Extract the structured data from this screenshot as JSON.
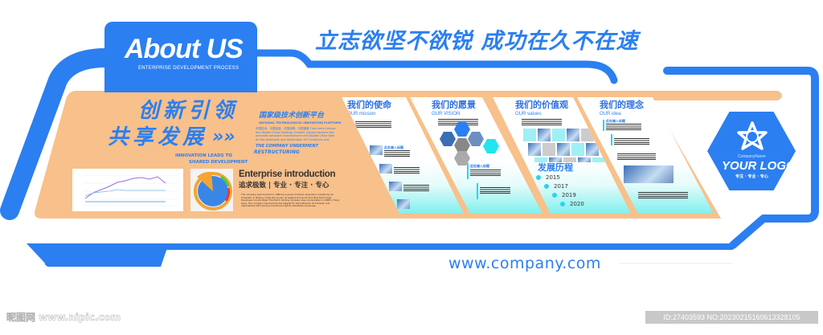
{
  "colors": {
    "brand_blue": "#2b7ff0",
    "peach": "#f8c08a",
    "cyan": "#29d5ea"
  },
  "header": {
    "title": "About US",
    "subtitle": "ENTERPRISE  DEVELOPMENT PROCESS",
    "motto": "立志欲坚不欲锐  成功在久不在速"
  },
  "intro": {
    "slogan_line1": "创新引领",
    "slogan_line2": "共享发展",
    "slogan_arrows": "»»",
    "slogan_en_1": "INNOVATION LEADS TO",
    "slogan_en_2": "SHARED DEVELOPMENT",
    "platform_title": "国家级技术创新平台",
    "platform_sub": "NATIONAL TECHNOLOGICAL INNOVATION PLATFORM",
    "platform_text": "中国技术、中国创造、中国品牌、中国速度 They were Lenovo and Digital China Holdings Limited. Lenovo became the personal computer manufacturer and Digital China took on the wholesale and distribution of IT products and services.",
    "restructure_1": "THE COMPANY UNDERMENT",
    "restructure_2": "RESTRUCTURING",
    "enterprise_title": "Enterprise introduction",
    "enterprise_motto": "追求极致 | 专业 · 专注 · 专心",
    "enterprise_text": "The company was founded in 1984 by a group of eleven engineers, headed by Liu Chuanzhi, in Beijing. Originally known as Legend Group Ltd and New Technology Developer Incorporated, the Dutch holding company was incorporated in 1988 in Hong Kong. The company has become the biggest PC manufacturer of domestic and international third party products through its distribution business."
  },
  "panels": [
    {
      "title": "我们的使命",
      "subtitle": "OUR mission",
      "item": "此处输入标题"
    },
    {
      "title": "我们的愿景",
      "subtitle": "OUR VISION",
      "item": "此处输入标题"
    },
    {
      "title": "我们的价值观",
      "subtitle": "OUR  values",
      "history_title": "发展历程",
      "years": [
        "2015",
        "2017",
        "2019",
        "2020"
      ]
    },
    {
      "title": "我们的理念",
      "subtitle": "OUR   idea",
      "item": "此处输入标题"
    }
  ],
  "logo": {
    "company": "CompanyName",
    "name": "YOUR LOGO",
    "tagline": "专注 · 专业 · 专心",
    "icon": "star-knot-icon"
  },
  "website": "www.company.com",
  "watermark": {
    "site": "昵图网 www.nipic.com",
    "id": "ID:27403593 NO:20230215160613328105"
  }
}
